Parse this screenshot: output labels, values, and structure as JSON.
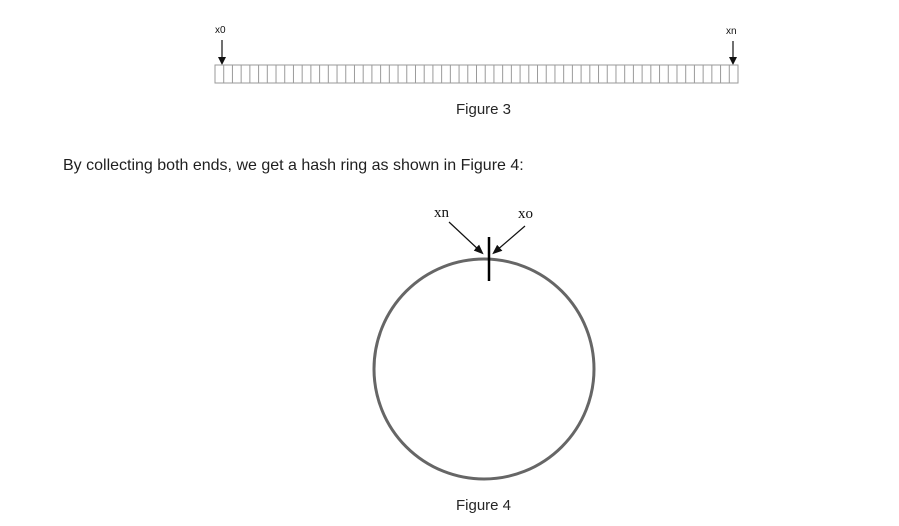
{
  "figure3": {
    "start_label": "x0",
    "end_label": "xn",
    "cell_count": 60,
    "caption": "Figure 3"
  },
  "paragraph": {
    "text": "By collecting both ends, we get a hash ring as shown in Figure 4:"
  },
  "figure4": {
    "left_label": "xn",
    "right_label": "xo",
    "caption": "Figure 4"
  },
  "colors": {
    "ring_stroke": "#666666",
    "cell_stroke": "#9a9a9a",
    "text": "#1f1f1f"
  }
}
